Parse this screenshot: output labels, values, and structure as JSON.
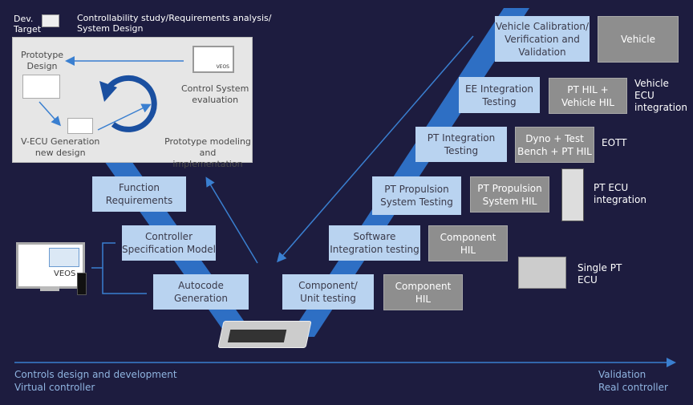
{
  "top_left": {
    "dev_target": "Dev.\nTarget",
    "header": "Controllability study/Requirements analysis/\nSystem Design"
  },
  "panel": {
    "prototype_design": "Prototype\nDesign",
    "control_eval": "Control System\nevaluation",
    "vecu": "V-ECU Generation\nnew design",
    "proto_model": "Prototype modeling\nand implementation",
    "veos": "VEOS"
  },
  "left_boxes": [
    "Function\nRequirements",
    "Controller\nSpecification Model",
    "Autocode\nGeneration"
  ],
  "left_monitor": {
    "label": "VEOS"
  },
  "right_boxes": [
    "Vehicle Calibration/\nVerification and\nValidation",
    "EE Integration\nTesting",
    "PT Integration\nTesting",
    "PT Propulsion\nSystem Testing",
    "Software\nIntegration testing",
    "Component/\nUnit testing"
  ],
  "gray_boxes": [
    "Vehicle",
    "PT HIL +\nVehicle HIL",
    "Dyno + Test\nBench + PT HIL",
    "PT Propulsion\nSystem HIL",
    "Component\nHIL",
    "Component\nHIL"
  ],
  "side_labels": [
    "Vehicle\nECU\nintegration",
    "EOTT",
    "PT ECU\nintegration",
    "Single PT\nECU"
  ],
  "axis": {
    "left": "Controls design and development\n     Virtual controller",
    "right": "  Validation\nReal controller"
  },
  "colors": {
    "background": "#1d1c3f",
    "band": "#2e6fc4",
    "light_box": "#b9d3f0",
    "gray_box": "#8e8e8e"
  }
}
